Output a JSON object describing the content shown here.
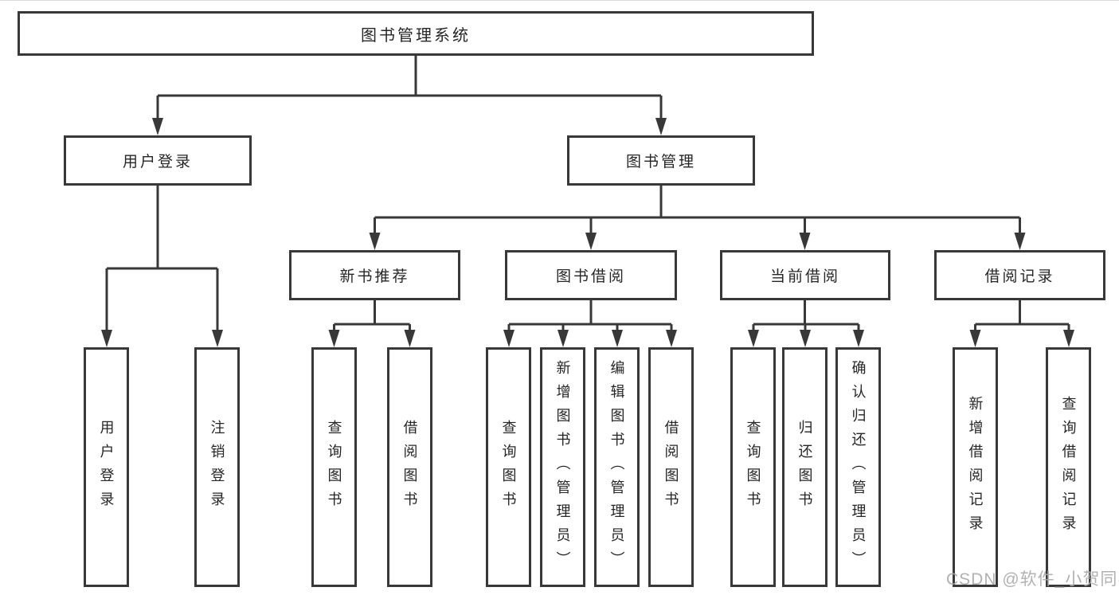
{
  "diagram": {
    "title": "图书管理系统",
    "type": "feature-hierarchy-tree"
  },
  "nodes": {
    "root": {
      "label": "图书管理系统"
    },
    "user_login": {
      "label": "用户登录"
    },
    "book_mgmt": {
      "label": "图书管理"
    },
    "new_book_rec": {
      "label": "新书推荐"
    },
    "book_borrow": {
      "label": "图书借阅"
    },
    "current_borrow": {
      "label": "当前借阅"
    },
    "borrow_records": {
      "label": "借阅记录"
    },
    "leaf_user_login": {
      "label": "用户登录"
    },
    "leaf_logout": {
      "label": "注销登录"
    },
    "leaf_nbr_query_book": {
      "label": "查询图书"
    },
    "leaf_nbr_borrow_book": {
      "label": "借阅图书"
    },
    "leaf_bb_query_book": {
      "label": "查询图书"
    },
    "leaf_bb_add_book": {
      "label": "新增图书（管理员）"
    },
    "leaf_bb_edit_book": {
      "label": "编辑图书（管理员）"
    },
    "leaf_bb_borrow_book": {
      "label": "借阅图书"
    },
    "leaf_cb_query_book": {
      "label": "查询图书"
    },
    "leaf_cb_return_book": {
      "label": "归还图书"
    },
    "leaf_cb_confirm_return": {
      "label": "确认归还（管理员）"
    },
    "leaf_br_add_record": {
      "label": "新增借阅记录"
    },
    "leaf_br_query_record": {
      "label": "查询借阅记录"
    }
  },
  "edges": [
    {
      "from": "root",
      "to": "user_login"
    },
    {
      "from": "root",
      "to": "book_mgmt"
    },
    {
      "from": "user_login",
      "to": "leaf_user_login"
    },
    {
      "from": "user_login",
      "to": "leaf_logout"
    },
    {
      "from": "book_mgmt",
      "to": "new_book_rec"
    },
    {
      "from": "book_mgmt",
      "to": "book_borrow"
    },
    {
      "from": "book_mgmt",
      "to": "current_borrow"
    },
    {
      "from": "book_mgmt",
      "to": "borrow_records"
    },
    {
      "from": "new_book_rec",
      "to": "leaf_nbr_query_book"
    },
    {
      "from": "new_book_rec",
      "to": "leaf_nbr_borrow_book"
    },
    {
      "from": "book_borrow",
      "to": "leaf_bb_query_book"
    },
    {
      "from": "book_borrow",
      "to": "leaf_bb_add_book"
    },
    {
      "from": "book_borrow",
      "to": "leaf_bb_edit_book"
    },
    {
      "from": "book_borrow",
      "to": "leaf_bb_borrow_book"
    },
    {
      "from": "current_borrow",
      "to": "leaf_cb_query_book"
    },
    {
      "from": "current_borrow",
      "to": "leaf_cb_return_book"
    },
    {
      "from": "current_borrow",
      "to": "leaf_cb_confirm_return"
    },
    {
      "from": "borrow_records",
      "to": "leaf_br_add_record"
    },
    {
      "from": "borrow_records",
      "to": "leaf_br_query_record"
    }
  ],
  "watermark": {
    "text": "CSDN @软件_小贺同学"
  },
  "colors": {
    "line": "#383838",
    "text": "#262626",
    "background": "#ffffff",
    "watermark": "#aaaaaa"
  }
}
